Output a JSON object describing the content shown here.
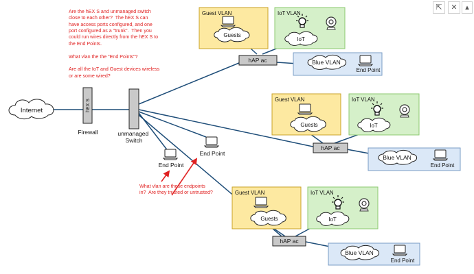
{
  "toolbar": {
    "export_icon": "export-icon",
    "close_icon": "close-icon",
    "scroll_icon": "scroll-icon"
  },
  "colors": {
    "link": "#1f4e79",
    "guest_fill": "#fde9a1",
    "guest_border": "#c9a227",
    "iot_fill": "#d5f0c9",
    "iot_border": "#8cc96f",
    "blue_fill": "#dbe8f7",
    "blue_border": "#7a9cc6",
    "device_fill": "#c9c9c9",
    "note_red": "#e02020",
    "arrow_red": "#e02020"
  },
  "internet": {
    "label": "Internet"
  },
  "firewall": {
    "device_label": "hEX S",
    "caption": "Firewall"
  },
  "switch": {
    "caption": "unmanaged\nSwitch"
  },
  "center_endpoints": {
    "left_label": "End Point",
    "right_label": "End Point"
  },
  "notes": {
    "top": "Are the hEX S and unmanaged switch\nclose to each other?  The hEX S can\nhave access ports configured, and one\nport configured as a \"trunk\".  Then you\ncould run wires directly from the hEX S to\nthe End Points.\n\nWhat vlan the the \"End Points\"?\n\nAre all the IoT and Guest devices wireless\nor are some wired?",
    "bottom": "What vlan are these endpoints\nin?  Are they trusted or untrusted?"
  },
  "branches": [
    {
      "guest_vlan_label": "Guest VLAN",
      "guests_label": "Guests",
      "iot_vlan_label": "IoT VLAN",
      "iot_label": "IoT",
      "ap_label": "hAP ac",
      "blue_vlan_label": "Blue VLAN",
      "endpoint_label": "End Point"
    },
    {
      "guest_vlan_label": "Guest VLAN",
      "guests_label": "Guests",
      "iot_vlan_label": "IoT VLAN",
      "iot_label": "IoT",
      "ap_label": "hAP ac",
      "blue_vlan_label": "Blue VLAN",
      "endpoint_label": "End Point"
    },
    {
      "guest_vlan_label": "Guest VLAN",
      "guests_label": "Guests",
      "iot_vlan_label": "IoT VLAN",
      "iot_label": "IoT",
      "ap_label": "hAP ac",
      "blue_vlan_label": "Blue VLAN",
      "endpoint_label": "End Point"
    }
  ]
}
